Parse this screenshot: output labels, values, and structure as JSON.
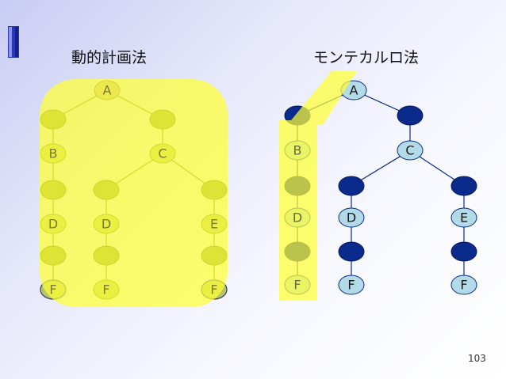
{
  "slide": {
    "title_left": "動的計画法",
    "title_right": "モンテカルロ法",
    "page_number": "103"
  },
  "colors": {
    "node_gray": "#a9a9a9",
    "node_blue": "#0a2a8c",
    "node_light": "#b3dbe7",
    "edge_blue": "#0a2a8c",
    "highlight": "#ffff3c",
    "accent": "#3a46c8"
  },
  "left_tree": {
    "labels": {
      "a": "A",
      "b": "B",
      "c": "C",
      "d1": "D",
      "d2": "D",
      "e": "E",
      "f1": "F",
      "f2": "F",
      "f3": "F"
    }
  },
  "right_tree": {
    "labels": {
      "a": "A",
      "b": "B",
      "c": "C",
      "d1": "D",
      "d2": "D",
      "e": "E",
      "f1": "F",
      "f2": "F",
      "f3": "F"
    }
  }
}
